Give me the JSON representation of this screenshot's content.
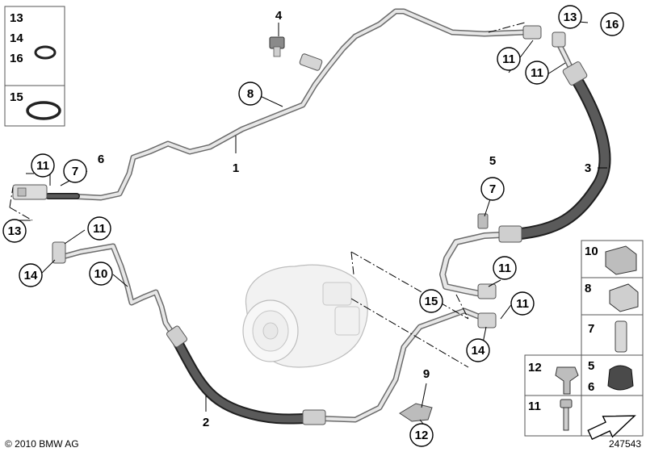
{
  "diagram": {
    "copyright": "© 2010 BMW AG",
    "image_number": "247543"
  },
  "callouts": {
    "c4": "4",
    "c8": "8",
    "c1": "1",
    "c11a": "11",
    "c7a": "7",
    "c6": "6",
    "c13a": "13",
    "c11b": "11",
    "c14a": "14",
    "c10": "10",
    "c2": "2",
    "c9": "9",
    "c12": "12",
    "c15": "15",
    "c14b": "14",
    "c11c": "11",
    "c11d": "11",
    "c5": "5",
    "c7b": "7",
    "c3": "3",
    "c13b": "13",
    "c11e": "11",
    "c16": "16",
    "c11f": "11"
  },
  "seal_box": {
    "n13": "13",
    "n14": "14",
    "n16": "16",
    "n15": "15"
  },
  "parts_panel": {
    "n10": "10",
    "n8": "8",
    "n7": "7",
    "n12": "12",
    "n5": "5",
    "n6": "6",
    "n11": "11"
  }
}
